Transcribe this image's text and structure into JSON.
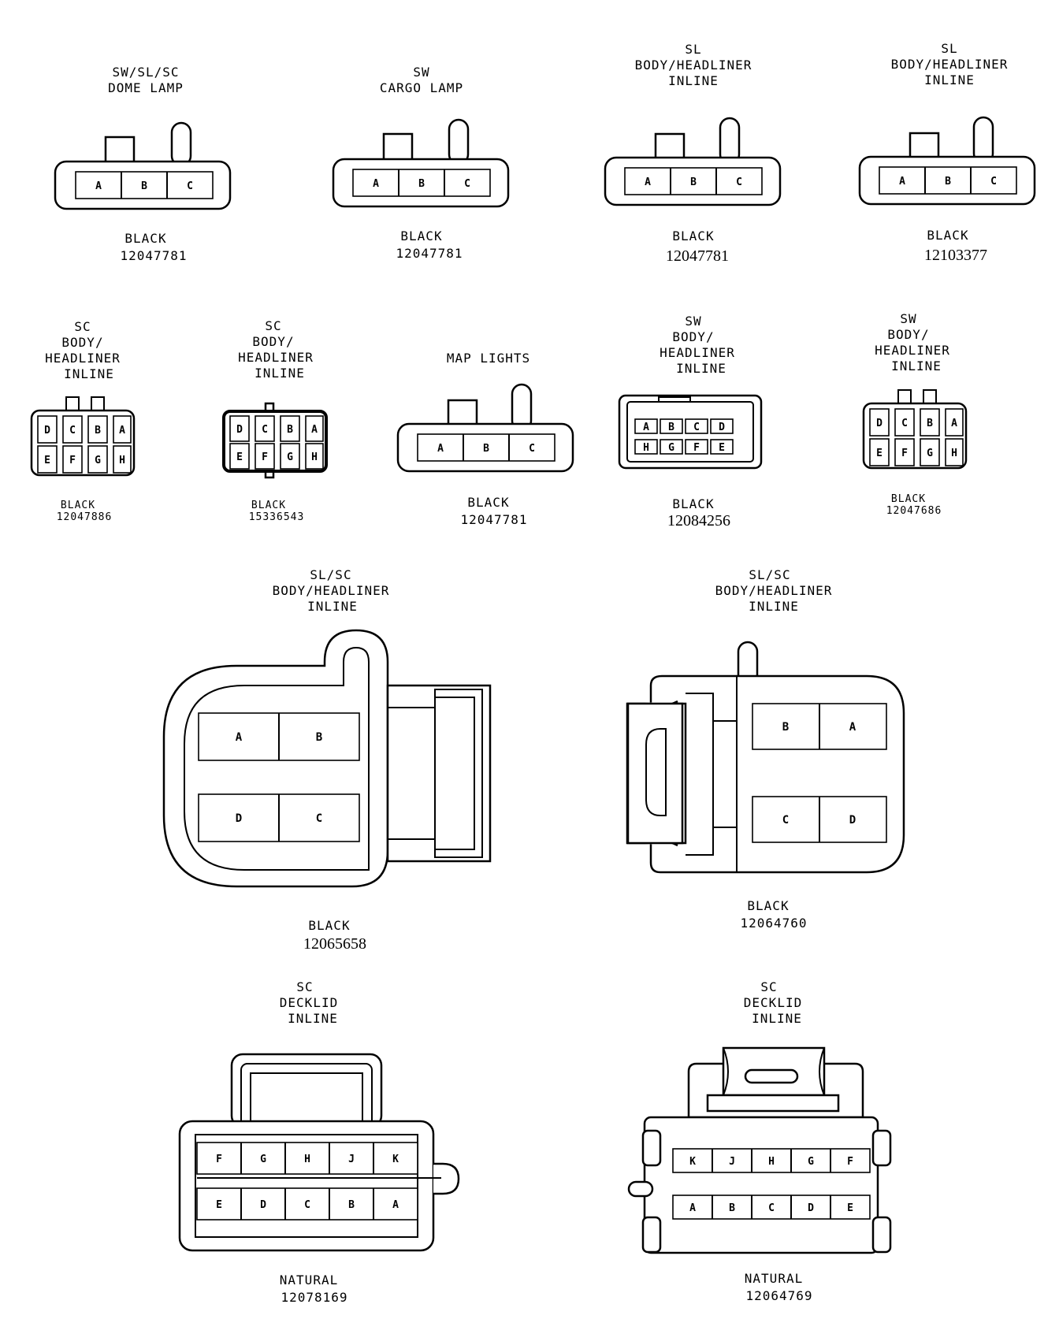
{
  "connectors": [
    {
      "title": [
        "SW/SL/SC",
        "DOME LAMP"
      ],
      "color": "BLACK",
      "part": "12047781",
      "pins": [
        "A",
        "B",
        "C"
      ]
    },
    {
      "title": [
        "SW",
        "CARGO LAMP"
      ],
      "color": "BLACK",
      "part": "12047781",
      "pins": [
        "A",
        "B",
        "C"
      ]
    },
    {
      "title": [
        "SL",
        "BODY/HEADLINER",
        "INLINE"
      ],
      "color": "BLACK",
      "part": "12047781",
      "pins": [
        "A",
        "B",
        "C"
      ]
    },
    {
      "title": [
        "SL",
        "BODY/HEADLINER",
        "INLINE"
      ],
      "color": "BLACK",
      "part": "12103377",
      "pins": [
        "A",
        "B",
        "C"
      ]
    },
    {
      "title": [
        "SC",
        "BODY/",
        "HEADLINER",
        "INLINE"
      ],
      "color": "BLACK",
      "part": "12047886",
      "pins": [
        "D",
        "C",
        "B",
        "A",
        "E",
        "F",
        "G",
        "H"
      ]
    },
    {
      "title": [
        "SC",
        "BODY/",
        "HEADLINER",
        "INLINE"
      ],
      "color": "BLACK",
      "part": "15336543",
      "pins": [
        "D",
        "C",
        "B",
        "A",
        "E",
        "F",
        "G",
        "H"
      ]
    },
    {
      "title": [
        "MAP LIGHTS"
      ],
      "color": "BLACK",
      "part": "12047781",
      "pins": [
        "A",
        "B",
        "C"
      ]
    },
    {
      "title": [
        "SW",
        "BODY/",
        "HEADLINER",
        "INLINE"
      ],
      "color": "BLACK",
      "part": "12084256",
      "pins": [
        "A",
        "B",
        "C",
        "D",
        "H",
        "G",
        "F",
        "E"
      ]
    },
    {
      "title": [
        "SW",
        "BODY/",
        "HEADLINER",
        "INLINE"
      ],
      "color": "BLACK",
      "part": "12047686",
      "pins": [
        "D",
        "C",
        "B",
        "A",
        "E",
        "F",
        "G",
        "H"
      ]
    },
    {
      "title": [
        "SL/SC",
        "BODY/HEADLINER",
        "INLINE"
      ],
      "color": "BLACK",
      "part": "12065658",
      "pins": [
        "A",
        "B",
        "D",
        "C"
      ]
    },
    {
      "title": [
        "SL/SC",
        "BODY/HEADLINER",
        "INLINE"
      ],
      "color": "BLACK",
      "part": "12064760",
      "pins": [
        "B",
        "A",
        "C",
        "D"
      ]
    },
    {
      "title": [
        "SC",
        "DECKLID",
        "INLINE"
      ],
      "color": "NATURAL",
      "part": "12078169",
      "pins": [
        "F",
        "G",
        "H",
        "J",
        "K",
        "E",
        "D",
        "C",
        "B",
        "A"
      ]
    },
    {
      "title": [
        "SC",
        "DECKLID",
        "INLINE"
      ],
      "color": "NATURAL",
      "part": "12064769",
      "pins": [
        "K",
        "J",
        "H",
        "G",
        "F",
        "A",
        "B",
        "C",
        "D",
        "E"
      ]
    }
  ]
}
